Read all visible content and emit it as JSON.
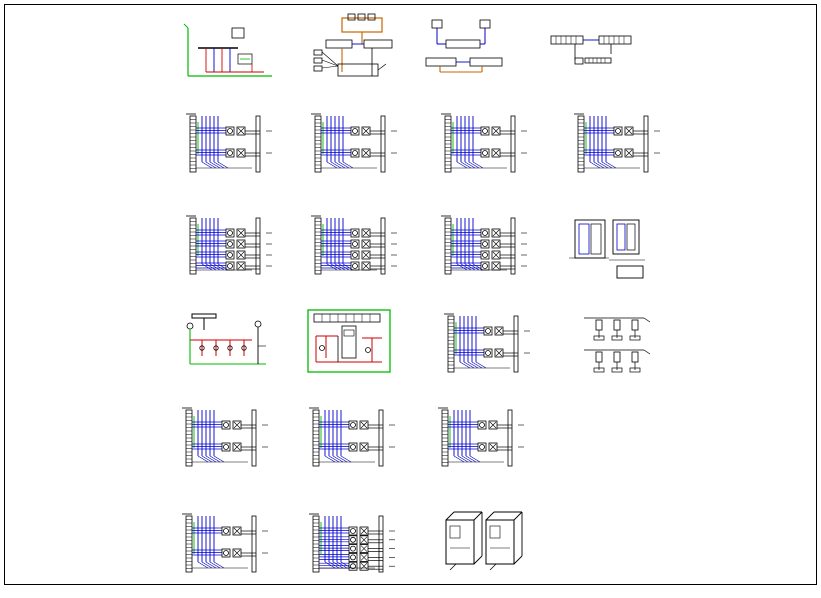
{
  "drawing": {
    "title": "",
    "colors": {
      "line": "#000000",
      "blue": "#0000cc",
      "green": "#00bb00",
      "red": "#cc0000",
      "orange": "#c86400",
      "grey": "#888888",
      "paper": "#ffffff"
    },
    "layout_rows": [
      {
        "row": 1,
        "diagrams": [
          "overview-green-red",
          "orange-interconnect",
          "blue-interconnect",
          "rack-connection"
        ]
      },
      {
        "row": 2,
        "diagrams": [
          "ladder-2",
          "ladder-2",
          "ladder-2",
          "ladder-2"
        ]
      },
      {
        "row": 3,
        "diagrams": [
          "ladder-4",
          "ladder-4",
          "ladder-4",
          "panel-elevation"
        ]
      },
      {
        "row": 4,
        "diagrams": [
          "overview-red-poles",
          "green-panel",
          "ladder-2",
          "detail-sketch"
        ]
      },
      {
        "row": 5,
        "diagrams": [
          "ladder-2",
          "ladder-2",
          "ladder-2"
        ]
      },
      {
        "row": 6,
        "diagrams": [
          "ladder-2",
          "ladder-5",
          "cabinet-3d"
        ]
      }
    ]
  }
}
